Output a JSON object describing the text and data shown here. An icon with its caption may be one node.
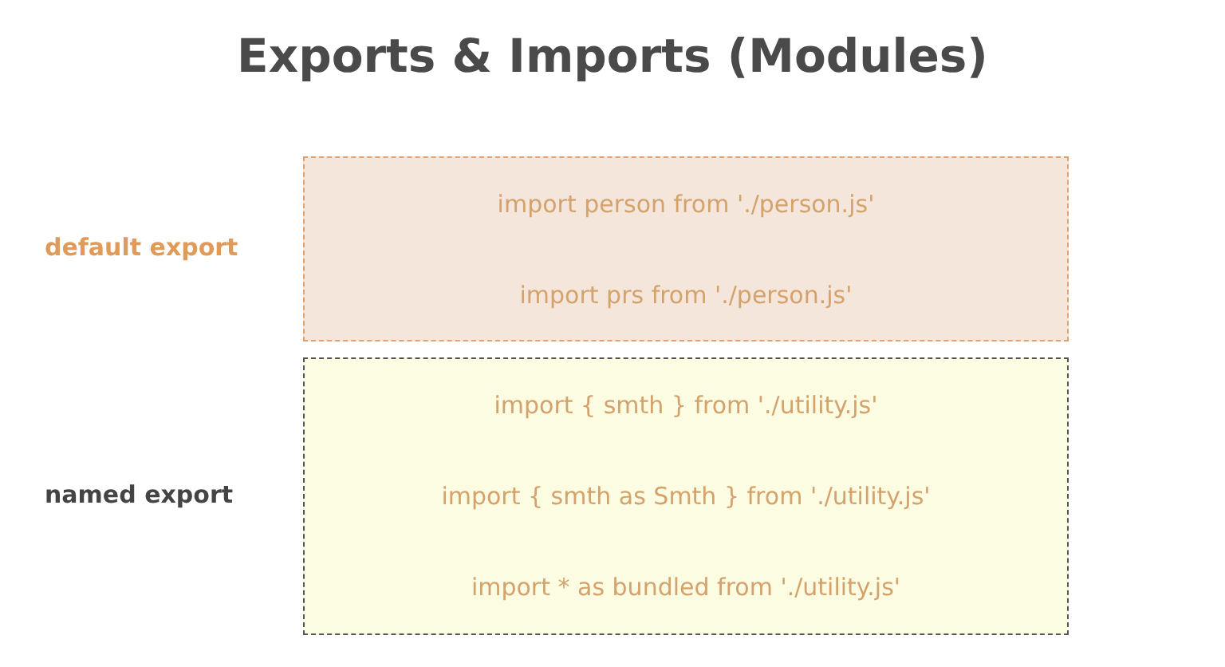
{
  "diagram": {
    "title": "Exports & Imports (Modules)",
    "nodes": [
      {
        "text": [
          "import person from './person.js'",
          "import prs from './person.js'"
        ],
        "beside": [
          "default export"
        ]
      },
      {
        "text": [
          "import { smth } from './utility.js'",
          "import { smth as Smth } from './utility.js'",
          "import * as bundled from './utility.js'"
        ],
        "beside": [
          "named export"
        ]
      }
    ]
  }
}
